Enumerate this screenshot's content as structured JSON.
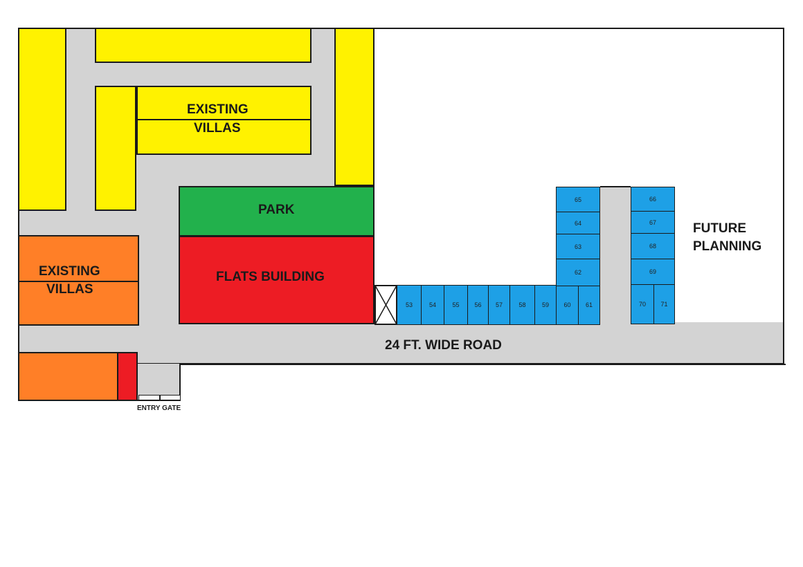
{
  "colors": {
    "road": "#d3d3d3",
    "villa_yellow": "#fff200",
    "villa_orange": "#ff7f27",
    "park": "#22b14c",
    "flats": "#ed1c24",
    "plot_blue": "#1ea0e6",
    "outline": "#1a1a1a"
  },
  "labels": {
    "existing_villas_line1": "EXISTING",
    "existing_villas_line2": "VILLAS",
    "orange_villas_line1": "EXISTING",
    "orange_villas_line2": "VILLAS",
    "park": "PARK",
    "flats_building": "FLATS BUILDING",
    "future_planning_line1": "FUTURE",
    "future_planning_line2": "PLANNING",
    "road": "24 FT. WIDE ROAD",
    "entry_gate": "ENTRY GATE"
  },
  "plots": [
    "53",
    "54",
    "55",
    "56",
    "57",
    "58",
    "59",
    "60",
    "61",
    "62",
    "63",
    "64",
    "65",
    "66",
    "67",
    "68",
    "69",
    "70",
    "71"
  ]
}
